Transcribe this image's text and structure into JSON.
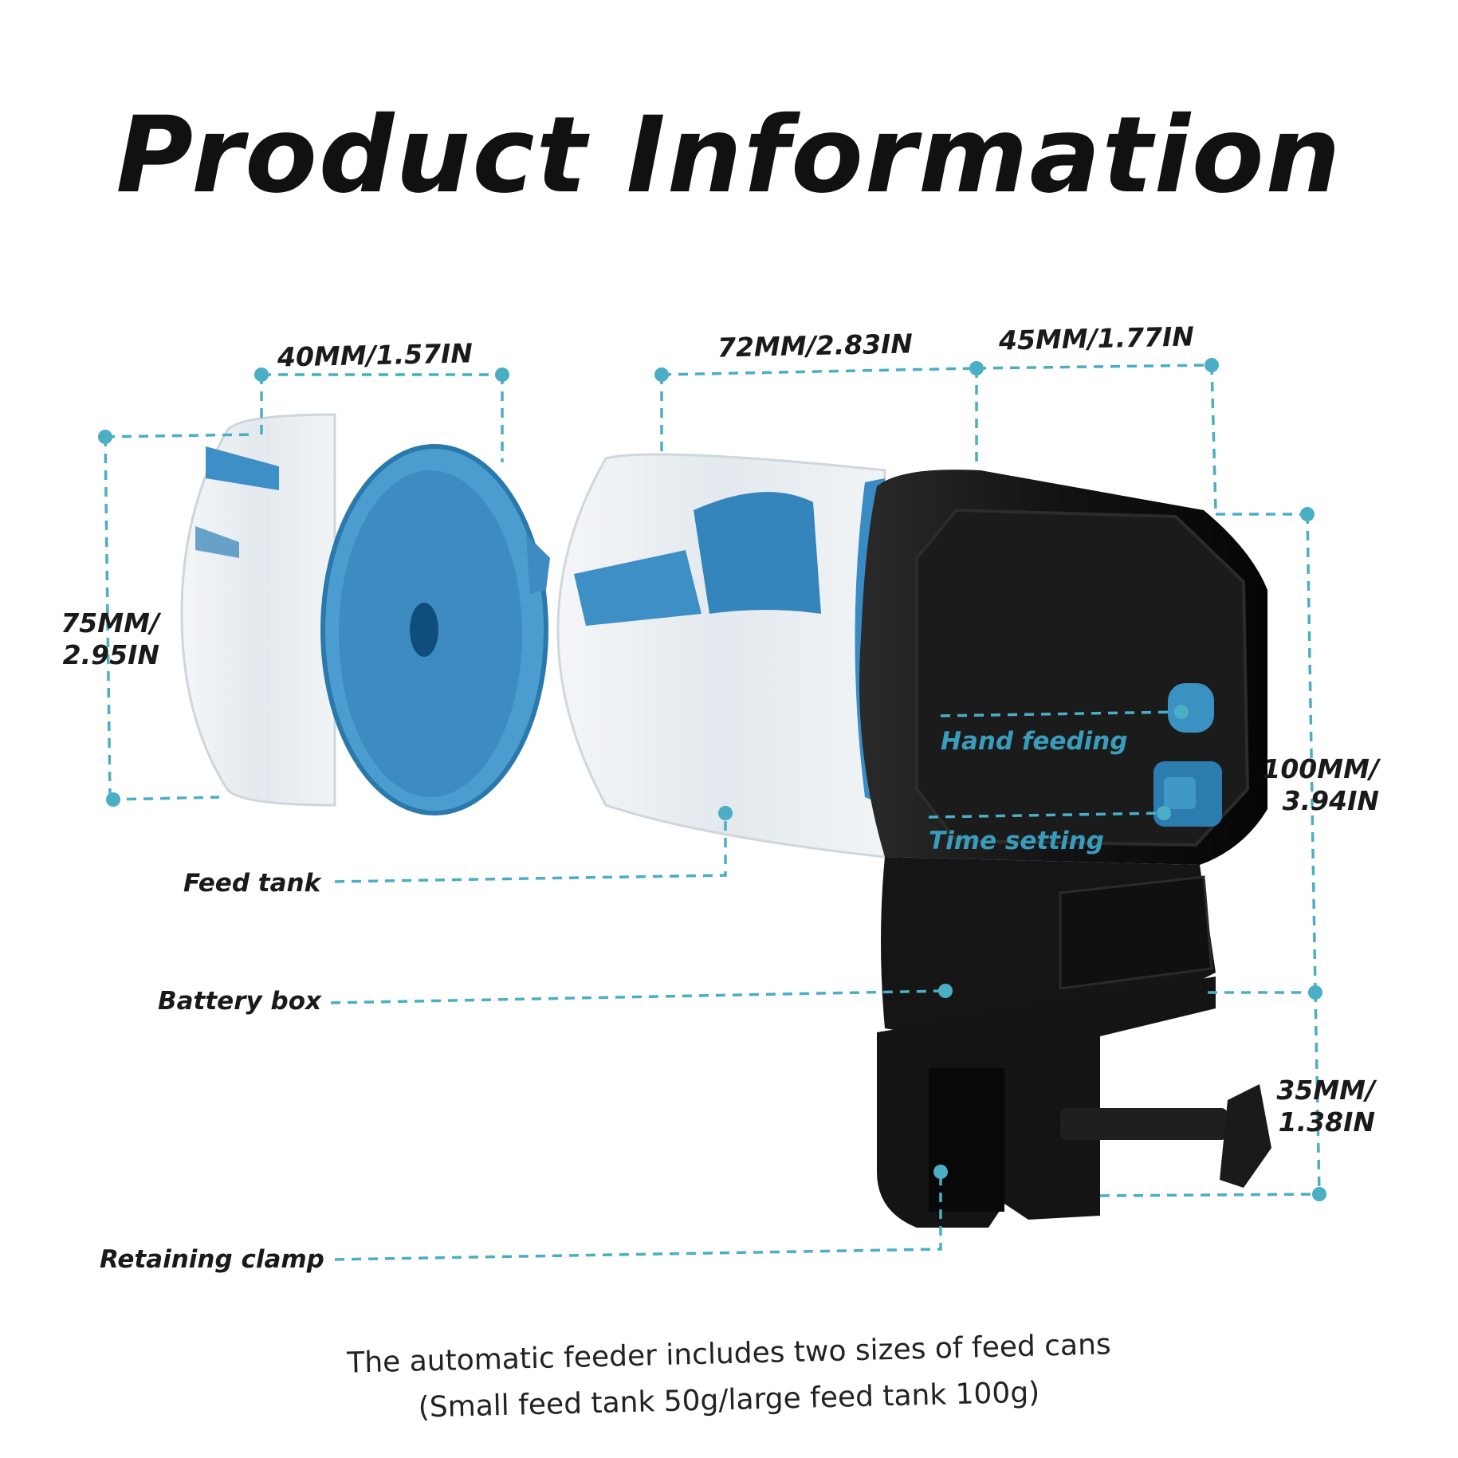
{
  "title": "Product Information",
  "dimensions": {
    "small_width": "40MM/1.57IN",
    "small_height_line1": "75MM/",
    "small_height_line2": "2.95IN",
    "large_width": "72MM/2.83IN",
    "head_depth": "45MM/1.77IN",
    "body_height_line1": "100MM/",
    "body_height_line2": "3.94IN",
    "clamp_height_line1": "35MM/",
    "clamp_height_line2": "1.38IN"
  },
  "labels": {
    "hand_feeding": "Hand feeding",
    "time_setting": "Time setting",
    "feed_tank": "Feed tank",
    "battery_box": "Battery box",
    "retaining_clamp": "Retaining clamp"
  },
  "caption": {
    "line1": "The automatic feeder includes two sizes of feed cans",
    "line2": "(Small feed tank 50g/large feed tank 100g)"
  },
  "colors": {
    "accent": "#4aaec4",
    "tank_blue": "#3d94c8",
    "body_black": "#141414"
  }
}
